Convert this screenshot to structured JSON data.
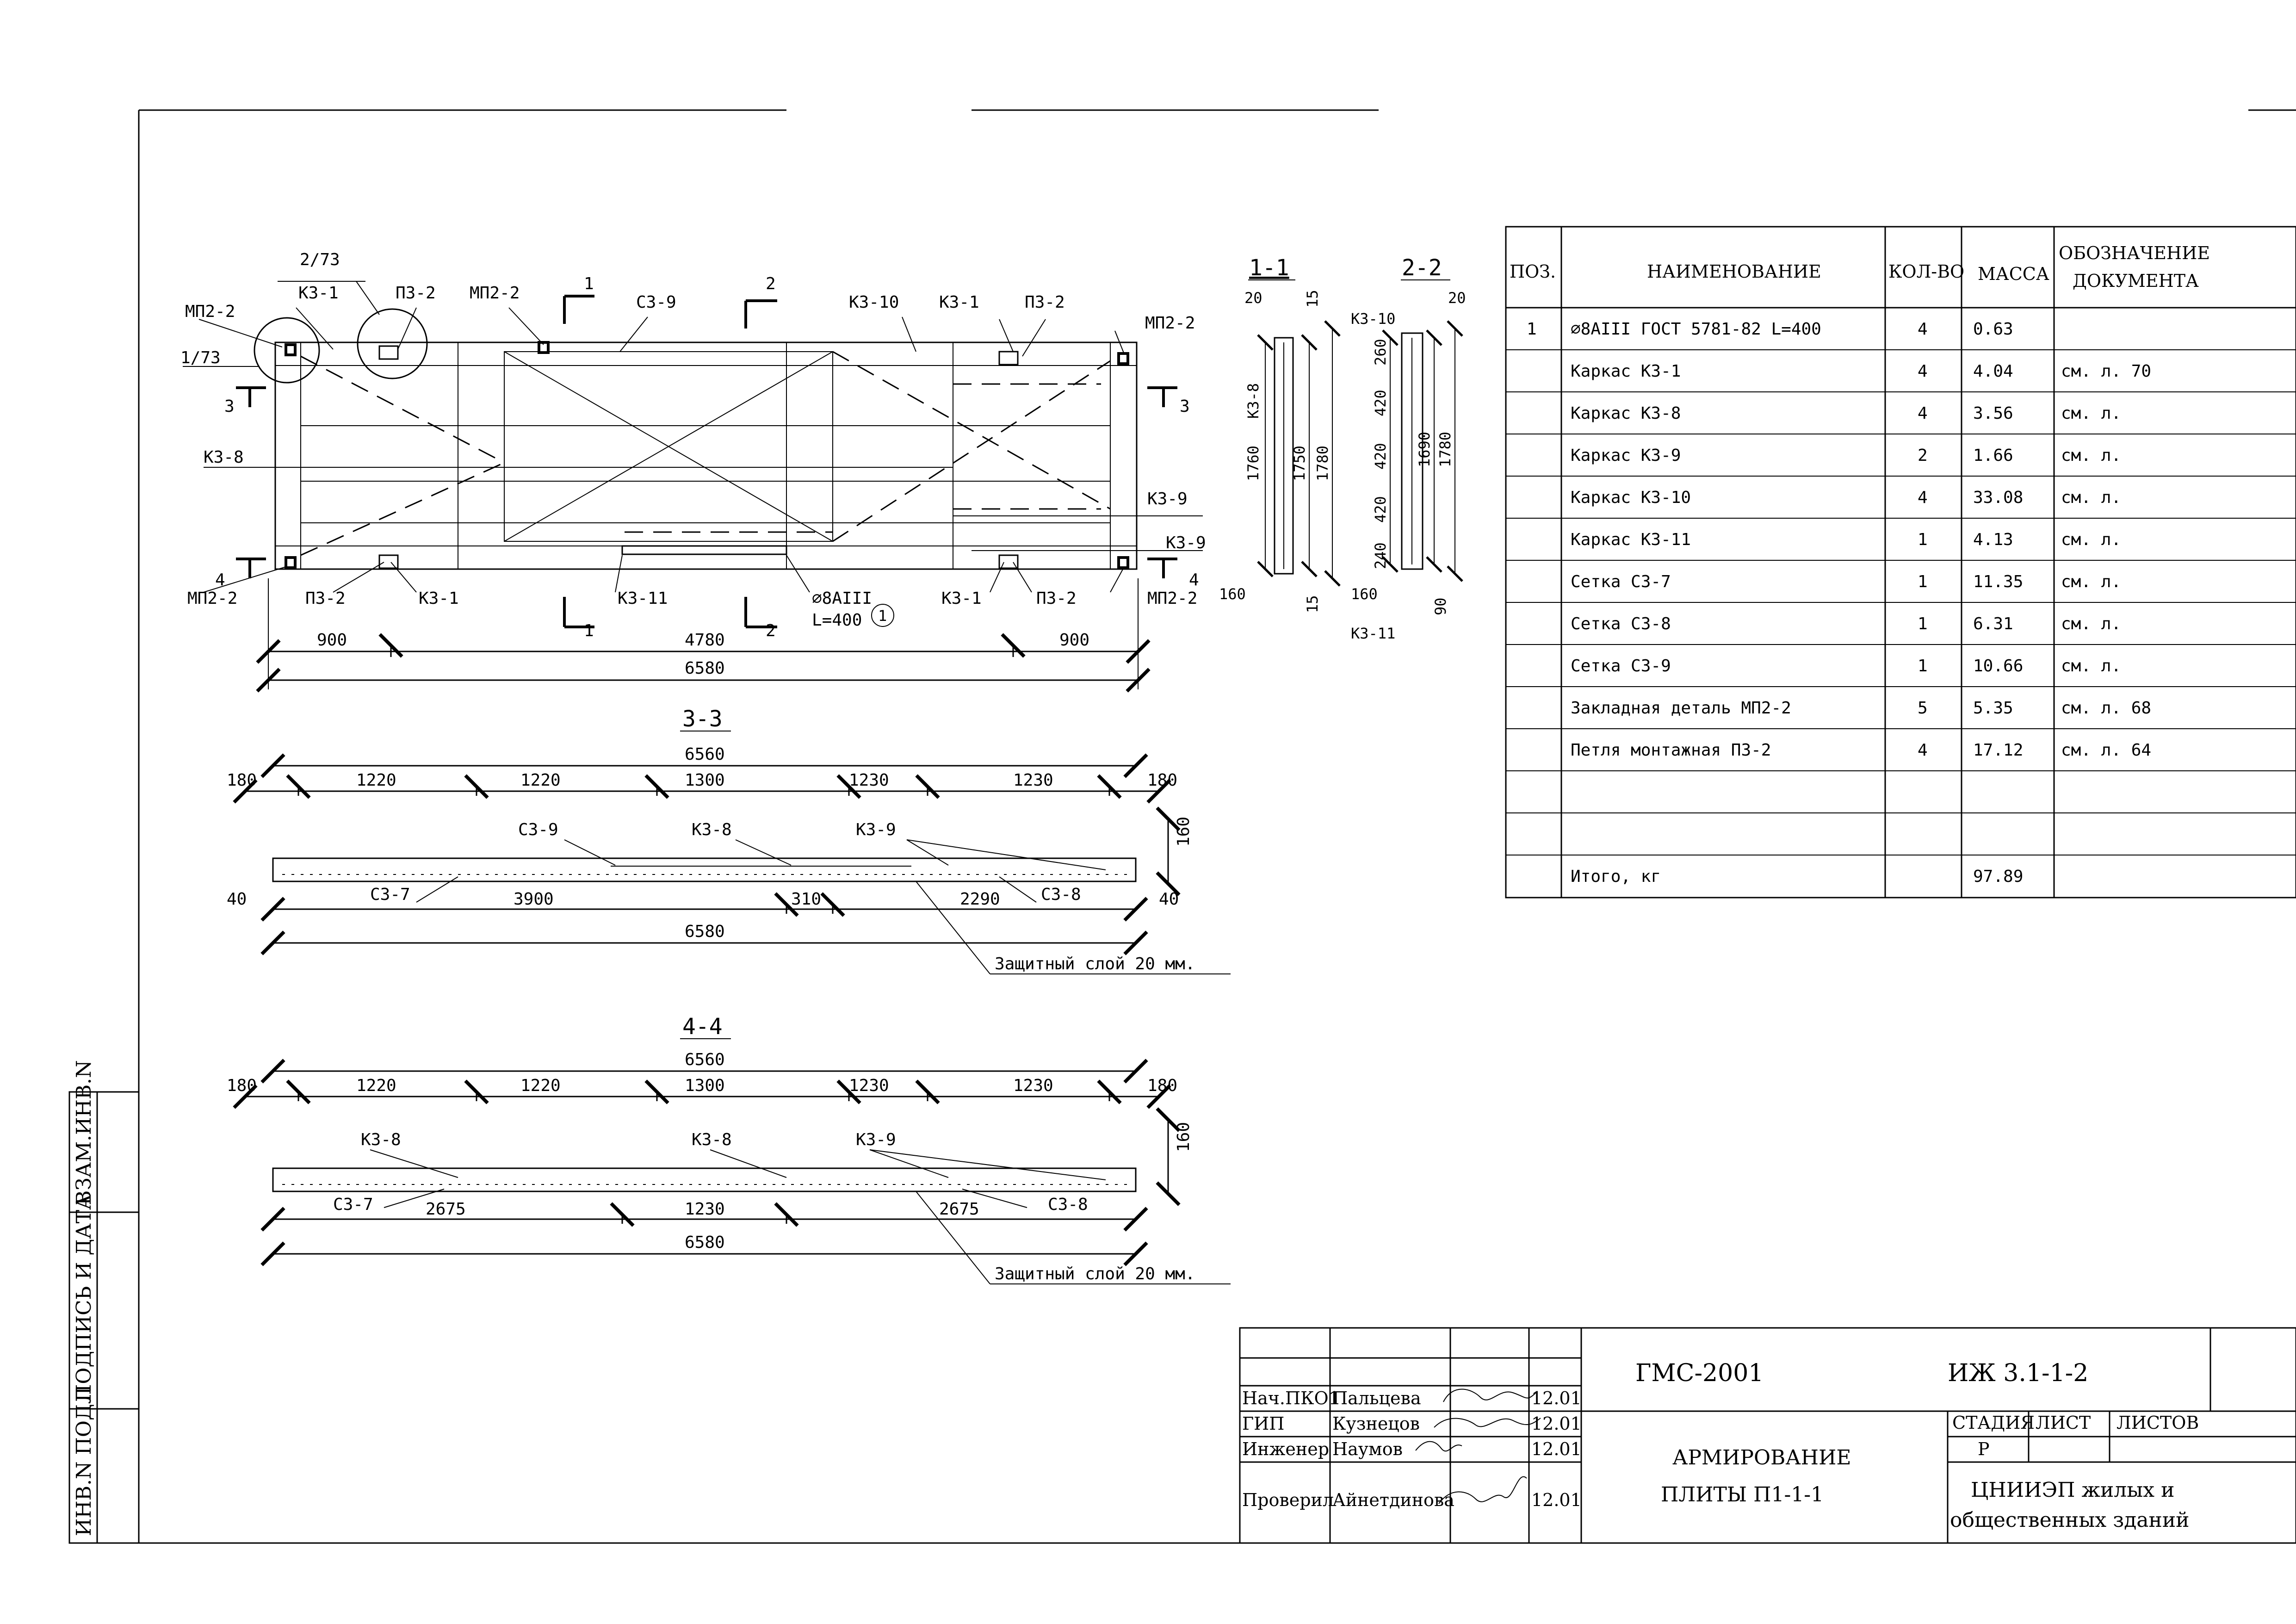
{
  "plan": {
    "callout_2_73": "2/73",
    "callout_1_73": "1/73",
    "mp2_2": "МП2-2",
    "k3_1": "К3-1",
    "k3_8": "К3-8",
    "k3_9": "К3-9",
    "k3_10": "К3-10",
    "k3_11": "К3-11",
    "p3_2": "П3-2",
    "s3_9": "С3-9",
    "bar_note_1": "⌀8АIII",
    "bar_note_2": "L=400",
    "bar_pos": "1",
    "cut_1": "1",
    "cut_2": "2",
    "cut_3": "3",
    "cut_4": "4",
    "dim_900a": "900",
    "dim_4780": "4780",
    "dim_900b": "900",
    "dim_6580": "6580"
  },
  "section_1_1": {
    "title": "1-1",
    "dim_20": "20",
    "dim_15a": "15",
    "dim_15b": "15",
    "dim_1760": "1760",
    "dim_1750": "1750",
    "dim_1780": "1780",
    "dim_160": "160",
    "label_k3_8": "К3-8"
  },
  "section_2_2": {
    "title": "2-2",
    "dim_20": "20",
    "label_k3_10": "К3-10",
    "label_k3_11": "К3-11",
    "dim_260": "260",
    "dim_420a": "420",
    "dim_420b": "420",
    "dim_420c": "420",
    "dim_240": "240",
    "dim_1690": "1690",
    "dim_1780": "1780",
    "dim_160": "160",
    "dim_90": "90"
  },
  "section_3_3": {
    "title": "3-3",
    "dim_total_top": "6560",
    "dims_top": [
      "180",
      "1220",
      "1220",
      "1300",
      "1230",
      "1230",
      "180"
    ],
    "dim_160": "160",
    "labels": {
      "s3_9": "С3-9",
      "k3_8": "К3-8",
      "k3_9": "К3-9",
      "s3_7": "С3-7",
      "s3_8": "С3-8"
    },
    "dims_bottom": {
      "left": "40",
      "d3900": "3900",
      "d310": "310",
      "d2290": "2290",
      "right": "40"
    },
    "dim_total_bottom": "6580",
    "cover_note": "Защитный слой 20 мм."
  },
  "section_4_4": {
    "title": "4-4",
    "dim_total_top": "6560",
    "dims_top": [
      "180",
      "1220",
      "1220",
      "1300",
      "1230",
      "1230",
      "180"
    ],
    "dim_160": "160",
    "labels": {
      "k3_8a": "К3-8",
      "k3_8b": "К3-8",
      "k3_9": "К3-9",
      "s3_7": "С3-7",
      "s3_8": "С3-8"
    },
    "dims_bottom": {
      "d2675a": "2675",
      "d1230": "1230",
      "d2675b": "2675"
    },
    "dim_total_bottom": "6580",
    "cover_note": "Защитный слой 20 мм."
  },
  "spec_table": {
    "headers": {
      "pos": "ПОЗ.",
      "name": "НАИМЕНОВАНИЕ",
      "qty": "КОЛ-ВО",
      "mass": "МАССА",
      "doc": "ОБОЗНАЧЕНИЕ ДОКУМЕНТА"
    },
    "rows": [
      {
        "pos": "1",
        "name": "⌀8АIII ГОСТ 5781-82 L=400",
        "qty": "4",
        "mass": "0.63",
        "doc": ""
      },
      {
        "pos": "",
        "name": "Каркас К3-1",
        "qty": "4",
        "mass": "4.04",
        "doc": "см. л. 70"
      },
      {
        "pos": "",
        "name": "Каркас К3-8",
        "qty": "4",
        "mass": "3.56",
        "doc": "см. л."
      },
      {
        "pos": "",
        "name": "Каркас К3-9",
        "qty": "2",
        "mass": "1.66",
        "doc": "см. л."
      },
      {
        "pos": "",
        "name": "Каркас К3-10",
        "qty": "4",
        "mass": "33.08",
        "doc": "см. л."
      },
      {
        "pos": "",
        "name": "Каркас К3-11",
        "qty": "1",
        "mass": "4.13",
        "doc": "см. л."
      },
      {
        "pos": "",
        "name": "Сетка С3-7",
        "qty": "1",
        "mass": "11.35",
        "doc": "см. л."
      },
      {
        "pos": "",
        "name": "Сетка С3-8",
        "qty": "1",
        "mass": "6.31",
        "doc": "см. л."
      },
      {
        "pos": "",
        "name": "Сетка С3-9",
        "qty": "1",
        "mass": "10.66",
        "doc": "см. л."
      },
      {
        "pos": "",
        "name": "Закладная деталь МП2-2",
        "qty": "5",
        "mass": "5.35",
        "doc": "см. л. 68"
      },
      {
        "pos": "",
        "name": "Петля монтажная П3-2",
        "qty": "4",
        "mass": "17.12",
        "doc": "см. л. 64"
      },
      {
        "pos": "",
        "name": "",
        "qty": "",
        "mass": "",
        "doc": ""
      },
      {
        "pos": "",
        "name": "",
        "qty": "",
        "mass": "",
        "doc": ""
      },
      {
        "pos": "",
        "name": "Итого, кг",
        "qty": "",
        "mass": "97.89",
        "doc": ""
      }
    ]
  },
  "side_stamp": {
    "vzam": "ВЗАМ.ИНВ.N",
    "podpis": "ПОДПИСЬ И ДАТА",
    "inv": "ИНВ.N ПОДЛ"
  },
  "title_block": {
    "code": "ГМС-2001",
    "doc_number": "ИЖ 3.1-1-2",
    "title_line1": "АРМИРОВАНИЕ",
    "title_line2": "ПЛИТЫ П1-1-1",
    "stage_label": "СТАДИЯ",
    "sheet_label": "ЛИСТ",
    "sheets_label": "ЛИСТОВ",
    "stage_value": "Р",
    "org_line1": "ЦНИИЭП жилых и",
    "org_line2": "общественных зданий",
    "people": [
      {
        "role": "Нач.ПКО1",
        "name": "Пальцева",
        "date": "12.01"
      },
      {
        "role": "ГИП",
        "name": "Кузнецов",
        "date": "12.01"
      },
      {
        "role": "Инженер",
        "name": "Наумов",
        "date": "12.01"
      },
      {
        "role": "Проверил",
        "name": "Айнетдинова",
        "date": "12.01"
      }
    ]
  }
}
